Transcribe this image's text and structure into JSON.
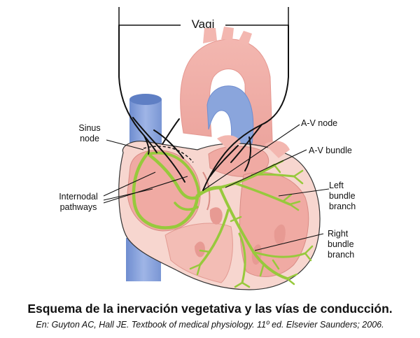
{
  "labels": {
    "vagi": "Vagi",
    "sinus_node": [
      "Sinus",
      "node"
    ],
    "internodal_pathways": [
      "Internodal",
      "pathways"
    ],
    "av_node": "A-V node",
    "av_bundle": "A-V bundle",
    "left_bundle_branch": [
      "Left",
      "bundle",
      "branch"
    ],
    "right_bundle_branch": [
      "Right",
      "bundle",
      "branch"
    ]
  },
  "caption": {
    "title": "Esquema de la inervación vegetativa y las vías de conducción.",
    "source": "En: Guyton AC, Hall JE. Textbook of medical physiology. 11º ed. Elsevier Saunders; 2006."
  },
  "colors": {
    "heart_outer": "#f6cfc8",
    "heart_chamber": "#f0aaa3",
    "heart_muscle": "#e79a93",
    "vein_blue": "#7f9bd6",
    "conduction_green": "#97c93c",
    "nerve_black": "#111111"
  }
}
